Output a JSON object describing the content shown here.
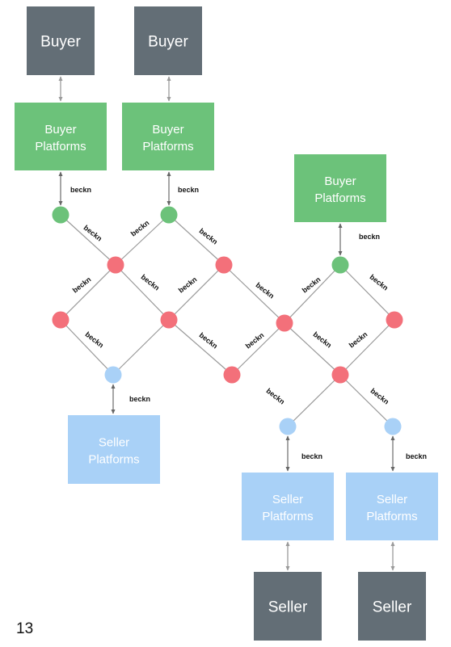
{
  "colors": {
    "actor": "#636e76",
    "buyer_platform": "#6cc27a",
    "seller_platform": "#a9d1f7",
    "gateway_node": "#f3707a",
    "buyer_node": "#6cc27a",
    "seller_node": "#a9d1f7",
    "mesh_line": "#999999",
    "connector": "#777777"
  },
  "labels": {
    "buyer": "Buyer",
    "seller": "Seller",
    "buyer_platforms_line1": "Buyer",
    "buyer_platforms_line2": "Platforms",
    "seller_platforms_line1": "Seller",
    "seller_platforms_line2": "Platforms",
    "protocol": "beckn"
  },
  "page_number": "13"
}
